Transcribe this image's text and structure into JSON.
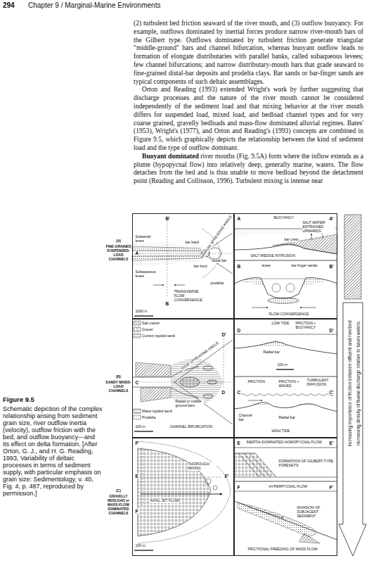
{
  "diagram": {
    "caption": "Schematic depiction of the complex relationship arising from sediment grain size, river outflow inertia (velocity), outflow friction with the bed, and outflow buoyancy—and its effect on delta formation. [After Orton, G. J., and H. G. Reading, 1993, Variability of deltaic processes in terms of sediment supply, with particular emphasis on grain size: Sedimentology, v. 40, Fig. 4, p. 487, reproduced by permission.]",
    "nodes": [
      {
        "text": [
          "B'",
          "NARROW SPREADING ANGLE",
          "Subaerial levee",
          "A",
          "bar back",
          "bar front",
          "distal bar",
          "Subaqueous levee",
          "prodelta",
          "B",
          "TRANSVERSE FLOW CONVERGENCE",
          "1000 m"
        ]
      },
      {
        "text": [
          "A",
          "BUOYANCY",
          "A'",
          "SALT WATER ENTRAINED UPWARDS",
          "bar crest",
          "SALT WEDGE INTRUSION",
          "B",
          "levee",
          "bar finger sands",
          "B'",
          "FLOW CONVERGENCE"
        ]
      },
      {
        "text": [
          "WIDE SPREADING ANGLE",
          "D'",
          "D",
          "Radial or middle ground bars",
          "C",
          "CHANNEL BIFURCATION",
          "100 m"
        ]
      },
      {
        "text": [
          "LOW TIDE",
          "FRICTION + BUOYANCY",
          "D",
          "Radial bar",
          "D'",
          "100 m",
          "FRICTION",
          "FRICTION + WAVES",
          "TURBULENT DIFFUSION",
          "C",
          "Channel bar",
          "Radial bar",
          "C'",
          "HIGH TIDE"
        ]
      },
      {
        "text": [
          "F'",
          "E",
          "THOROUGH MIXING",
          "AXIAL JET FLOW",
          "E'",
          "F",
          "100 m"
        ]
      },
      {
        "text": [
          "E",
          "INERTIA-DOMINATED HOMOPYCNAL FLOW",
          "E'",
          "FORMATION OF GILBERT-TYPE FORESETS",
          "F",
          "HYPERPYCNAL FLOW",
          "F'",
          "INVASION OF SUBJACENT SEDIMENT",
          "FRICTIONAL FREEZING OF MASS FLOW"
        ]
      }
    ],
    "labels": [
      "294",
      "Chapter 9 / Marginal-Marine Environments",
      "(2) turbulent bed friction seaward of the river mouth, and (3) outflow buoyancy. For example, outflows dominated by inertial forces produce narrow river-mouth bars of the Gilbert type. Outflows dominated by turbulent friction generate triangular \"middle-ground\" bars and channel bifurcation, whereas buoyant outflow leads to formation of elongate distributaries with parallel banks, called subaqueous levees; few channel bifurcations; and narrow distributary-mouth bars that grade seaward to fine-grained distal-bar deposits and prodelta clays. Bar sands or bar-finger sands are typical components of such deltaic assemblages.",
      "Orton and Reading (1993) extended Wright's work by further suggesting that discharge processes and the nature of the river mouth cannot be considered independently of the sediment load and that mixing behavior at the river mouth differs for suspended load, mixed load, and bedload channel types and for very coarse grained, gravelly bedloads and mass-flow dominated alluvial regimes. Bates' (1953), Wright's (1977), and Orton and Reading's (1993) concepts are combined in Figure 9.5, which graphically depicts the relationship between the kind of sediment load and the type of outflow dominant.",
      "Buoyant dominated",
      "river mouths (Fig. 9.5A) form where the inflow extends as a plume (hypopycnal flow) into relatively deep, generally marine, waters. The flow detaches from the bed and is thus unable to move bedload beyond the detachment point (Reading and Collinson, 1996). Turbulent mixing is intense near",
      "Figure 9.5",
      "(A)",
      "FINE-GRAINED SUSPENDED-LOAD CHANNELS",
      "(B)",
      "SANDY MIXED-LOAD CHANNELS",
      "(C)",
      "GRAVELLY BEDLOAD or MASS-FLOW DOMINATED CHANNELS",
      "increasing importance of friction between effluent and riverbed",
      "increasing density of fluvial discharge relative to basin waters"
    ],
    "legend": [
      {
        "text": "Salt marsh"
      },
      {
        "text": "Gravel"
      },
      {
        "text": "Current rippled sand"
      },
      {
        "text": "Wave rippled sand"
      },
      {
        "text": "Prodelta"
      }
    ]
  }
}
